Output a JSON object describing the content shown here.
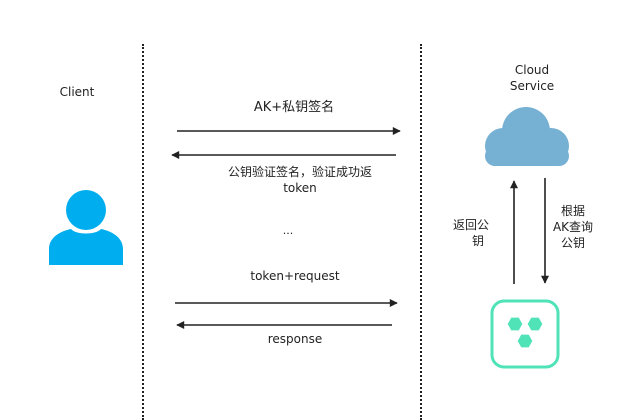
{
  "client": {
    "label": "Client"
  },
  "service": {
    "label_line1": "Cloud",
    "label_line2": "Service"
  },
  "messages": {
    "ak_sign": "AK+私钥签名",
    "verify_line1": "公钥验证签名，验证成功返",
    "verify_line2": "token",
    "ellipsis": "...",
    "token_request": "token+request",
    "response": "response"
  },
  "service_internal": {
    "return_key_line1": "返回公",
    "return_key_line2": "钥",
    "lookup_line1": "根据",
    "lookup_line2": "AK查询",
    "lookup_line3": "公钥"
  },
  "icons": {
    "client": "user-icon",
    "cloud": "cloud-icon",
    "service": "service-node-icon"
  },
  "colors": {
    "user_icon": "#00aeef",
    "cloud": "#76b0d2",
    "service_border": "#4fe3b7",
    "service_hex": "#4fe3b7",
    "arrow": "#222222"
  }
}
